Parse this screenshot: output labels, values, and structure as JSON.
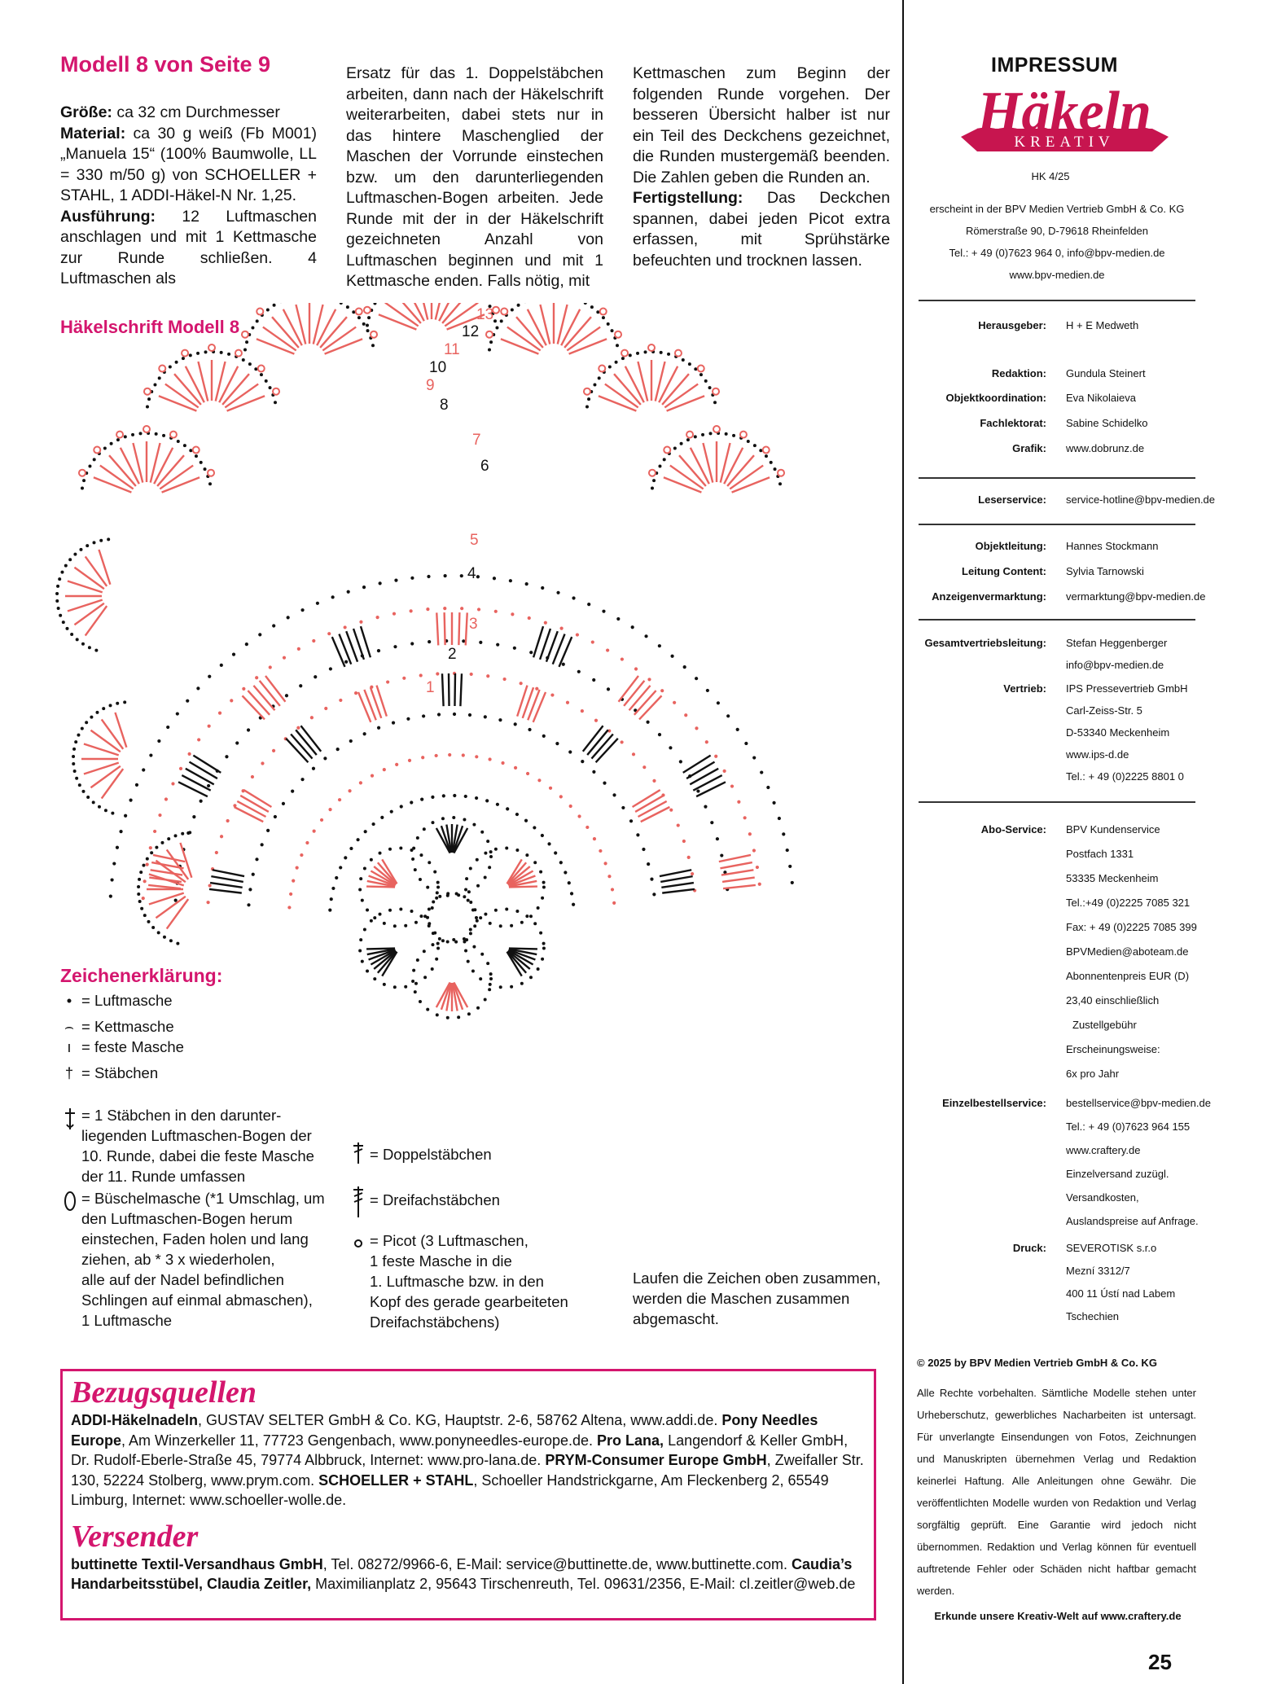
{
  "model": {
    "title": "Modell 8 von Seite 9",
    "groesse_label": "Größe:",
    "groesse_text": " ca 32 cm Durchmesser",
    "material_label": "Material:",
    "material_text": " ca 30 g weiß (Fb M001) „Manuela 15“ (100% Baumwolle, LL = 330 m/50 g) von SCHOELLER + STAHL, 1 ADDI-Häkel-N Nr. 1,25.",
    "ausfuehrung_label": "Ausführung:",
    "ausfuehrung_text": " 12 Luftmaschen anschlagen und mit 1 Kettmasche zur Runde schließen. 4 Luftmaschen als",
    "col2": "Ersatz für das 1. Doppelstäbchen arbeiten, dann nach der Häkelschrift weiterarbeiten, dabei stets nur in das hintere Maschenglied der Maschen der Vorrunde einstechen bzw. um den darunterliegenden Luftmaschen-Bogen arbeiten. Jede Runde mit der in der Häkelschrift gezeichneten Anzahl von Luftmaschen beginnen und mit 1 Kettmasche enden. Falls nötig, mit",
    "col3": "Kettmaschen zum Beginn der folgenden Runde vorgehen. Der besseren Übersicht halber ist nur ein Teil des Deckchens gezeichnet, die Runden mustergemäß beenden. Die Zahlen geben die Runden an.",
    "fertig_label": "Fertigstellung:",
    "fertig_text": " Das Deckchen spannen, dabei jeden Picot extra erfassen, mit Sprühstärke befeuchten und trocknen lassen."
  },
  "chart": {
    "title": "Häkelschrift Modell 8",
    "rounds": [
      "13",
      "12",
      "11",
      "10",
      "9",
      "8",
      "7",
      "6",
      "5",
      "4",
      "3",
      "2",
      "1"
    ]
  },
  "legend": {
    "title": "Zeichenerklärung:",
    "items": [
      {
        "sym": "•",
        "text": "= Luftmasche"
      },
      {
        "sym": "⌢",
        "text": "= Kettmasche"
      },
      {
        "sym": "ı",
        "text": "= feste Masche"
      },
      {
        "sym": "†",
        "text": "= Stäbchen"
      }
    ],
    "special": "= 1 Stäbchen in den darunter-\nliegenden Luftmaschen-Bogen der\n10. Runde, dabei die feste Masche\nder 11. Runde umfassen",
    "bueschel": "= Büschelmasche (*1 Umschlag, um\nden Luftmaschen-Bogen herum\neinstechen, Faden holen und lang\nziehen, ab * 3 x wiederholen,\nalle auf der Nadel befindlichen\nSchlingen auf einmal abmaschen),\n1 Luftmasche",
    "doppel": "= Doppelstäbchen",
    "dreifach": "= Dreifachstäbchen",
    "picot": "= Picot (3 Luftmaschen,\n1 feste Masche in die\n1. Luftmasche bzw. in den\nKopf des gerade gearbeiteten\nDreifachstäbchens)",
    "note": "Laufen die Zeichen oben zusammen,\nwerden die Maschen zusammen\nabgemascht."
  },
  "bezug": {
    "title": "Bezugsquellen",
    "p1_b1": "ADDI-Häkelnadeln",
    "p1_t1": ", GUSTAV SELTER GmbH & Co. KG, Hauptstr. 2-6, 58762 Altena, www.addi.de. ",
    "p1_b2": "Pony Needles Europe",
    "p1_t2": ", Am Winzerkeller 11, 77723 Gengenbach, www.ponyneedles-europe.de. ",
    "p1_b3": "Pro Lana,",
    "p1_t3": " Langendorf & Keller GmbH, Dr. Rudolf-Eberle-Straße 45, 79774 Albbruck, Internet: www.pro-lana.de. ",
    "p1_b4": "PRYM-Consumer Europe GmbH",
    "p1_t4": ", Zweifaller Str. 130, 52224 Stolberg, www.prym.com. ",
    "p1_b5": "SCHOELLER + STAHL",
    "p1_t5": ", Schoeller Handstrickgarne, Am Fleckenberg 2, 65549 Limburg, Internet: www.schoeller-wolle.de.",
    "title2": "Versender",
    "p2_b1": "buttinette Textil-Versandhaus GmbH",
    "p2_t1": ", Tel. 08272/9966-6, E-Mail: service@buttinette.de, www.buttinette.com. ",
    "p2_b2": "Caudia’s Handarbeitsstübel, Claudia Zeitler,",
    "p2_t2": " Maximilianplatz 2, 95643 Tirschenreuth, Tel. 09631/2356, E-Mail: cl.zeitler@web.de"
  },
  "impressum": {
    "title": "IMPRESSUM",
    "logo_main": "Häkeln",
    "logo_sub": "KREATIV",
    "issue": "HK 4/25",
    "pub1": "erscheint in der BPV Medien Vertrieb GmbH & Co. KG",
    "pub2": "Römerstraße 90, D-79618 Rheinfelden",
    "pub3": "Tel.: + 49 (0)7623 964 0, info@bpv-medien.de",
    "pub4": "www.bpv-medien.de",
    "herausgeber_k": "Herausgeber:",
    "herausgeber_v": "H + E Medweth",
    "redaktion_k": "Redaktion:",
    "redaktion_v": "Gundula Steinert",
    "objkoord_k": "Objektkoordination:",
    "objkoord_v": "Eva Nikolaieva",
    "fachlek_k": "Fachlektorat:",
    "fachlek_v": "Sabine Schidelko",
    "grafik_k": "Grafik:",
    "grafik_v": "www.dobrunz.de",
    "leser_k": "Leserservice:",
    "leser_v": "service-hotline@bpv-medien.de",
    "objleit_k": "Objektleitung:",
    "objleit_v": "Hannes Stockmann",
    "content_k": "Leitung Content:",
    "content_v": "Sylvia Tarnowski",
    "anzeigen_k": "Anzeigenvermarktung:",
    "anzeigen_v": "vermarktung@bpv-medien.de",
    "gesamt_k": "Gesamtvertriebsleitung:",
    "gesamt_v1": "Stefan Heggenberger",
    "gesamt_v2": "info@bpv-medien.de",
    "vertrieb_k": "Vertrieb:",
    "vertrieb_v1": "IPS Pressevertrieb GmbH",
    "vertrieb_v2": "Carl-Zeiss-Str. 5",
    "vertrieb_v3": "D-53340 Meckenheim",
    "vertrieb_v4": "www.ips-d.de",
    "vertrieb_v5": "Tel.: + 49 (0)2225 8801 0",
    "abo_k": "Abo-Service:",
    "abo_v1": "BPV Kundenservice",
    "abo_v2": "Postfach 1331",
    "abo_v3": "53335 Meckenheim",
    "abo_v4": "Tel.:+49 (0)2225 7085 321",
    "abo_v5": "Fax: + 49 (0)2225 7085 399",
    "abo_v6": "BPVMedien@aboteam.de",
    "abo_v7": "Abonnentenpreis EUR (D)",
    "abo_v8": "23,40 einschließlich",
    "abo_v9": "Zustellgebühr",
    "abo_v10": "Erscheinungsweise:",
    "abo_v11": "6x pro Jahr",
    "einzel_k": "Einzelbestellservice:",
    "einzel_v1": "bestellservice@bpv-medien.de",
    "einzel_v2": "Tel.: + 49 (0)7623 964 155",
    "einzel_v3": "www.craftery.de",
    "einzel_v4": "Einzelversand zuzügl.",
    "einzel_v5": "Versandkosten,",
    "einzel_v6": "Auslandspreise auf Anfrage.",
    "druck_k": "Druck:",
    "druck_v1": "SEVEROTISK s.r.o",
    "druck_v2": "Mezní 3312/7",
    "druck_v3": "400 11 Ústí nad Labem",
    "druck_v4": "Tschechien",
    "copyright": "© 2025 by BPV Medien Vertrieb GmbH & Co. KG",
    "rights": "Alle Rechte vorbehalten. Sämtliche Modelle stehen unter Urheberschutz, gewerbliches Nacharbeiten ist untersagt. Für unverlangte Einsendungen von Fotos, Zeichnungen und Manuskripten übernehmen Verlag und Redaktion keinerlei Haftung. Alle Anleitungen ohne Gewähr. Die veröffentlichten Modelle wurden von Redaktion und Verlag sorgfältig geprüft. Eine Garantie wird jedoch nicht übernommen. Redaktion und Verlag können für eventuell auftretende Fehler oder Schäden nicht haftbar gemacht werden.",
    "footer": "Erkunde unsere Kreativ-Welt auf www.craftery.de"
  },
  "page_number": "25",
  "colors": {
    "accent": "#d4166e",
    "chart_red": "#e8635f",
    "chart_black": "#111111"
  }
}
